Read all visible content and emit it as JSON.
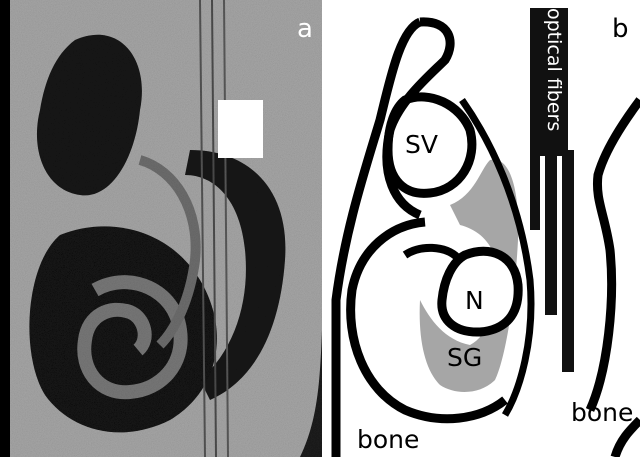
{
  "panels": {
    "a": {
      "letter": "a"
    },
    "b": {
      "letter": "b",
      "labels": {
        "sv": "SV",
        "n": "N",
        "sg": "SG",
        "bone_left": "bone",
        "bone_right": "bone",
        "optical_fibers": "optical fibers"
      }
    }
  },
  "colors": {
    "panel_a_background": "#0a0a0a",
    "tissue_light": "#b0b0b0",
    "tissue_dark": "#161616",
    "bright_marker": "#ffffff",
    "outline": "#000000",
    "spiral_ganglion_fill": "#a6a6a6"
  }
}
